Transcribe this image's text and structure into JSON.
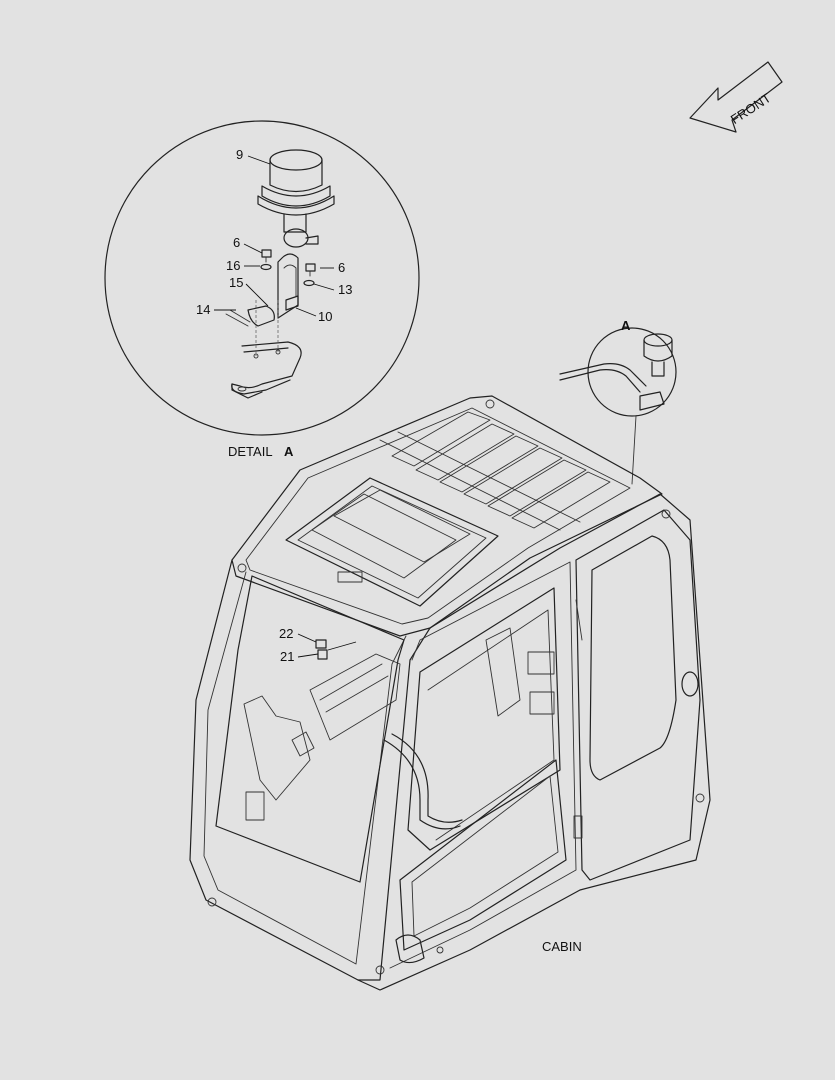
{
  "front_arrow": {
    "label": "FRONT"
  },
  "detail": {
    "caption_text": "DETAIL",
    "caption_letter": "A"
  },
  "detail_marker": {
    "letter": "A"
  },
  "cabin_label": "CABIN",
  "callouts": {
    "c9": "9",
    "c6a": "6",
    "c16": "16",
    "c6b": "6",
    "c15": "15",
    "c13": "13",
    "c14": "14",
    "c10": "10",
    "c22": "22",
    "c21": "21"
  }
}
